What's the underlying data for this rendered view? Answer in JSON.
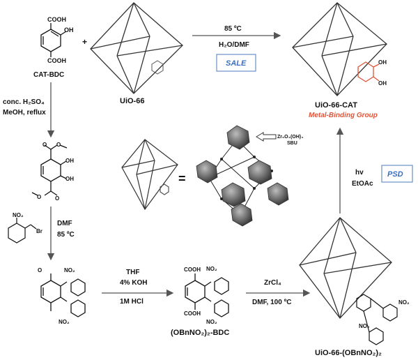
{
  "compounds": {
    "cat_bdc": "CAT-BDC",
    "uio66": "UiO-66",
    "uio66_cat": "UiO-66-CAT",
    "metal_binding": "Metal-Binding Group",
    "obn_bdc": "(OBnNO₂)₂-BDC",
    "uio66_obn": "UiO-66-(OBnNO₂)₂"
  },
  "groups": {
    "cooh": "COOH",
    "oh": "OH",
    "no2": "NO₂",
    "br": "Br",
    "o": "O"
  },
  "conditions": {
    "sale_temp": "85 ºC",
    "sale_solvent": "H₂O/DMF",
    "sale_box": "SALE",
    "ester_1": "conc. H₂SO₄",
    "ester_2": "MeOH, reflux",
    "alk_1": "DMF",
    "alk_2": "85 ºC",
    "hydro_1": "4% KOH",
    "hydro_2": "THF",
    "hydro_3": "1M HCl",
    "synth_1": "ZrCl₄",
    "synth_2": "DMF, 100 ºC",
    "photo_1": "hv",
    "photo_2": "EtOAc",
    "psd_box": "PSD"
  },
  "sbu": {
    "line1": "Zr₆O₄(OH)₄",
    "line2": "SBU",
    "equals": "="
  },
  "plus": "+",
  "colors": {
    "accent": "#e0553a",
    "box_text": "#3a6fc0",
    "box_border": "#6b8fc4"
  }
}
